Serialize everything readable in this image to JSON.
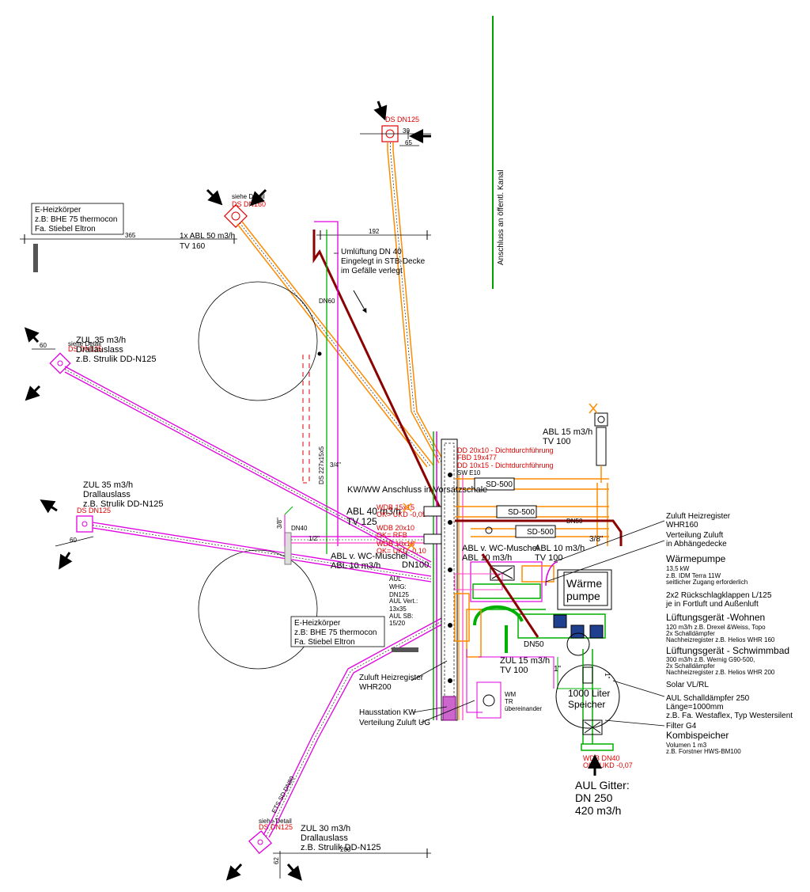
{
  "labels": {
    "anschluss_kanal": "Anschluss an öffentl. Kanal",
    "ds_dn125_top": "DS DN125",
    "dim_30": "30",
    "dim_65": "65",
    "siehe_detail_1": "siehe Detail",
    "ds_dn160": "DS DN160",
    "eheiz_1_line1": "E-Heizkörper",
    "eheiz_1_line2": "z.B: BHE 75 thermocon",
    "eheiz_1_line3": "Fa. Stiebel Eltron",
    "dim_365": "365",
    "abl_50": "1x ABL 50 m3/h",
    "tv_160": "TV 160",
    "dim_192": "192",
    "umluft_1": "Umlüftung DN 40",
    "umluft_2": "Eingelegt in STB-Decke",
    "umluft_3": "im Gefälle verlegt",
    "dn60": "DN60",
    "zul35_a_1": "ZUL 35 m3/h",
    "siehe_detail_2": "siehe Detail",
    "ds_dn125_a": "DS DN125",
    "dim_60_a": "60",
    "zul35_a_2": "Drallauslass",
    "zul35_a_3": "z.B. Strulik DD-N125",
    "ds_227": "DS 227x15x5",
    "dim_34": "3/4\"",
    "abl15_1": "ABL 15 m3/h",
    "abl15_2": "TV 100",
    "dd_1": "DD 20x10 - Dichtdurchführung",
    "fbd": "FBD 19x477",
    "dd_2": "DD 10x15 - Dichtdurchführung",
    "sw": "SW E10",
    "kwww": "KW/WW  Anschluss in Vorsatzschale",
    "sd500_1": "SD-500",
    "sd500_2": "SD-500",
    "sd500_3": "SD-500",
    "zul35_b_1": "ZUL 35 m3/h",
    "zul35_b_2": "Drallauslass",
    "zul35_b_3": "z.B. Strulik DD-N125",
    "ds_dn125_b": "DS DN125",
    "dim_60_b": "60",
    "abl40_1": "ABL 40 m3/h",
    "abl40_2": "TV 125",
    "wdb_1": "WDB 15x15",
    "ok_1": "OK= UKD -0,05",
    "wdb_2": "WDB 20x10",
    "ok_2": "OK= RFB",
    "wdb_3": "WDB 10x18",
    "ok_3": "OK= UKD -0,10",
    "dn40": "DN40",
    "dim_38": "3/8\"",
    "dim_12": "1/2\"",
    "dim_38b": "3/8\"",
    "dn50_a": "DN50",
    "dn50_b": "DN50",
    "abl_wc_1a": "ABL v. WC-Muschel",
    "abl_wc_1b": "ABL 10 m3/h",
    "abl_wc_2a": "ABL v. WC-Muschel",
    "abl_wc_2b": "ABL 10 m3/h",
    "abl10_1": "ABL 10 m3/h",
    "tv100_b": "TV 100",
    "dn100": "DN100",
    "zuluft_hr_1": "Zuluft Heizregister",
    "zuluft_hr_2": "WHR160",
    "vert_zuluft_1": "Verteilung Zuluft",
    "vert_zuluft_2": "in Abhängedecke",
    "waermepumpe_t": "Wärmepumpe",
    "waermepumpe_1": "13,5 kW",
    "waermepumpe_2": "z.B. IDM Terra 11W",
    "waermepumpe_3": "seitlicher Zugang erforderlich",
    "wp_box_1": "Wärme",
    "wp_box_2": "pumpe",
    "rueck_1": "2x2 Rückschlagklappen L/125",
    "rueck_2": "je in Fortluft und Außenluft",
    "lg_wohnen_t": "Lüftungsgerät -Wohnen",
    "lg_wohnen_1": "120 m3/h z.B. Drexel &Weiss, Topo",
    "lg_wohnen_2": "2x Schalldämpfer",
    "lg_wohnen_3": "Nachheizregister z.B. Helios WHR 160",
    "aul_whg_1": "AUL",
    "aul_whg_2": "WHG:",
    "aul_whg_3": "DN125",
    "aul_vert_1": "AUL Vert.:",
    "aul_vert_2": "13x35",
    "aul_sb_1": "AUL SB:",
    "aul_sb_2": "15/20",
    "lg_schwimm_t": "Lüftungsgerät - Schwimmbad",
    "lg_schwimm_1": "300 m3/h z.B. Wernig G90-500,",
    "lg_schwimm_2": "2x Schalldämpfer",
    "lg_schwimm_3": "Nachheizregister z.B. Helios WHR 200",
    "eheiz_2_line1": "E-Heizkörper",
    "eheiz_2_line2": "z.B: BHE 75 thermocon",
    "eheiz_2_line3": "Fa. Stiebel Eltron",
    "solar": "Solar VL/RL",
    "aul_sd_1": "AUL Schalldämpfer    250",
    "aul_sd_2": "Länge=1000mm",
    "aul_sd_3": "z.B. Fa. Westaflex, Typ Westersilent",
    "filter": "Filter G4",
    "kombi_t": "Kombispeicher",
    "kombi_1": "Volumen 1 m3",
    "kombi_2": "z.B. Forstner HWS-BM100",
    "zul15_1": "ZUL 15 m3/h",
    "zul15_2": "TV 100",
    "one_inch": "1\"",
    "speicher_1": "1000 Liter",
    "speicher_2": "Speicher",
    "zuluft_hr200_1": "Zuluft Heizregister",
    "zuluft_hr200_2": "WHR200",
    "hausstation": "Hausstation KW",
    "vert_zuluft_ug": "Verteilung Zuluft UG",
    "wm_1": "WM",
    "wm_2": "TR",
    "wm_3": "übereinander",
    "wdb_dn40": "WDB DN40",
    "ok_4": "OK= UKD -0,07",
    "aul_gitter_1": "AUL Gitter:",
    "aul_gitter_2": "DN 250",
    "aul_gitter_3": "420 m3/h",
    "ets": "ETS SD DN80",
    "siehe_detail_3": "siehe Detail",
    "ds_dn125_c": "DS DN125",
    "zul30_1": "ZUL 30 m3/h",
    "zul30_2": "Drallauslass",
    "zul30_3": "z.B. Strulik DD-N125",
    "dim_62": "62",
    "dim_200": "200"
  },
  "colors": {
    "green": "#00b000",
    "dark_green": "#008000",
    "red": "#e00000",
    "dark_red": "#8b0000",
    "orange": "#ff8c00",
    "magenta": "#e000e0",
    "pink": "#ff40c0",
    "black": "#000000",
    "gray": "#808080"
  }
}
